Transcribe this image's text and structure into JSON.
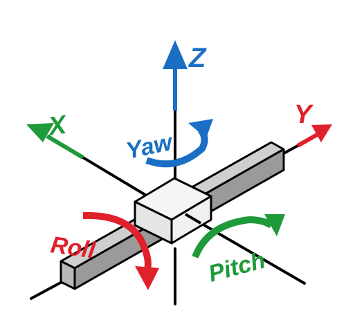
{
  "labels": {
    "z": "Z",
    "x": "X",
    "y": "Y",
    "yaw": "Yaw",
    "roll": "Roll",
    "pitch": "Pitch"
  },
  "colors": {
    "z_axis": "#1a6fc4",
    "x_axis": "#1f9a3a",
    "y_axis": "#e0202a",
    "yaw": "#1a6fc4",
    "roll": "#e0202a",
    "pitch": "#1f9a3a",
    "line": "#000000",
    "bar_top": "#cfcfcf",
    "bar_front": "#9a9a9a",
    "bar_side": "#b8b8b8",
    "block": "#f2f2f2"
  }
}
